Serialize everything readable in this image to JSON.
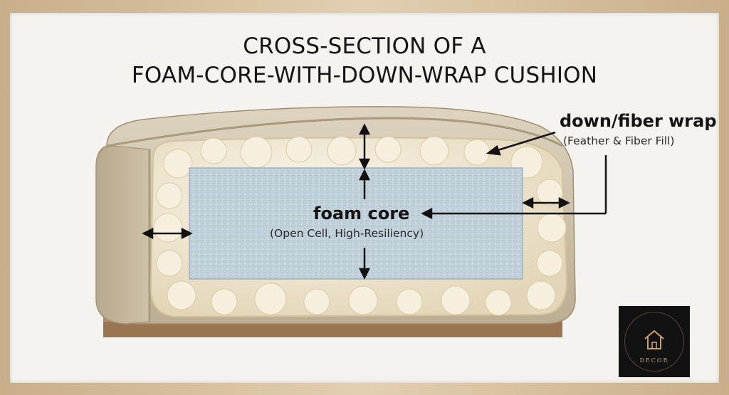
{
  "title": {
    "line1": "CROSS-SECTION OF A",
    "line2": "FOAM-CORE-WITH-DOWN-WRAP CUSHION"
  },
  "labels": {
    "wrap": "down/fiber wrap",
    "wrap_sub": "(Feather & Fiber Fill)",
    "core": "foam core",
    "core_sub": "(Open Cell, High-Resiliency)"
  },
  "logo": {
    "icon": "house-icon",
    "text": "DECOR"
  },
  "colors": {
    "fabric": "#cfc3ab",
    "foam": "#c4d3dc",
    "fill": "#f2ead6",
    "arrow": "#111111"
  }
}
